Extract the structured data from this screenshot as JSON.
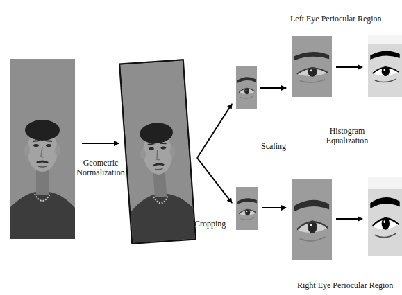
{
  "diagram": {
    "labels": [
      "Left Eye Periocular Region",
      "Geometric Normalization",
      "Scaling",
      "Histogram Equalization",
      "Cropping",
      "Right Eye Periocular Region"
    ]
  }
}
